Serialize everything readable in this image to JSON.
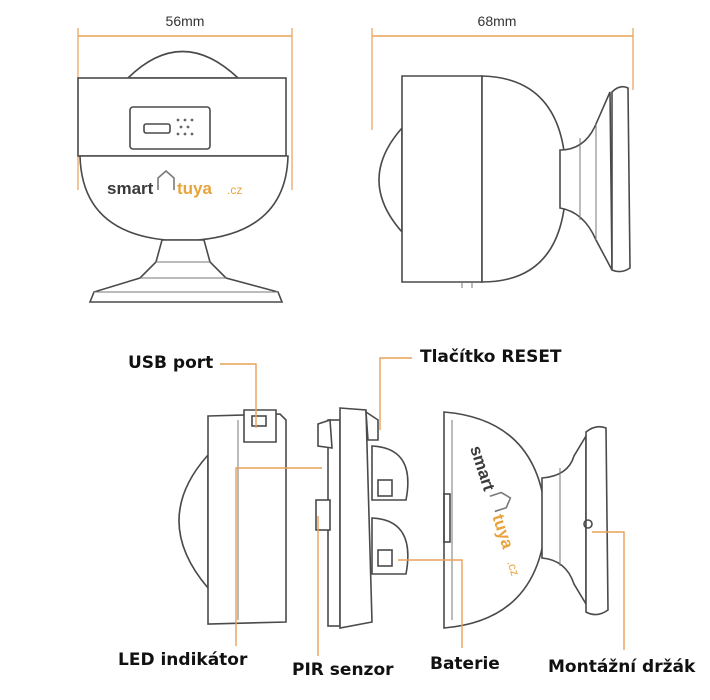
{
  "dimensions": {
    "width_front": "56mm",
    "width_side": "68mm"
  },
  "brand": {
    "logo_text_left": "smart",
    "logo_text_right": "tuya",
    "logo_suffix": ".cz",
    "logo_colors": {
      "smart": "#3a3a3a",
      "tuya": "#e8a33a",
      "house": "#7a7a7a"
    }
  },
  "labels": {
    "usb_port": "USB port",
    "reset_button": "Tlačítko RESET",
    "led_indicator": "LED indikátor",
    "pir_sensor": "PIR senzor",
    "battery": "Baterie",
    "mounting_bracket": "Montážní držák"
  },
  "colors": {
    "dimension_line": "#e9a05a",
    "leader_line": "#e9a05a",
    "outline": "#4a4a4a"
  }
}
